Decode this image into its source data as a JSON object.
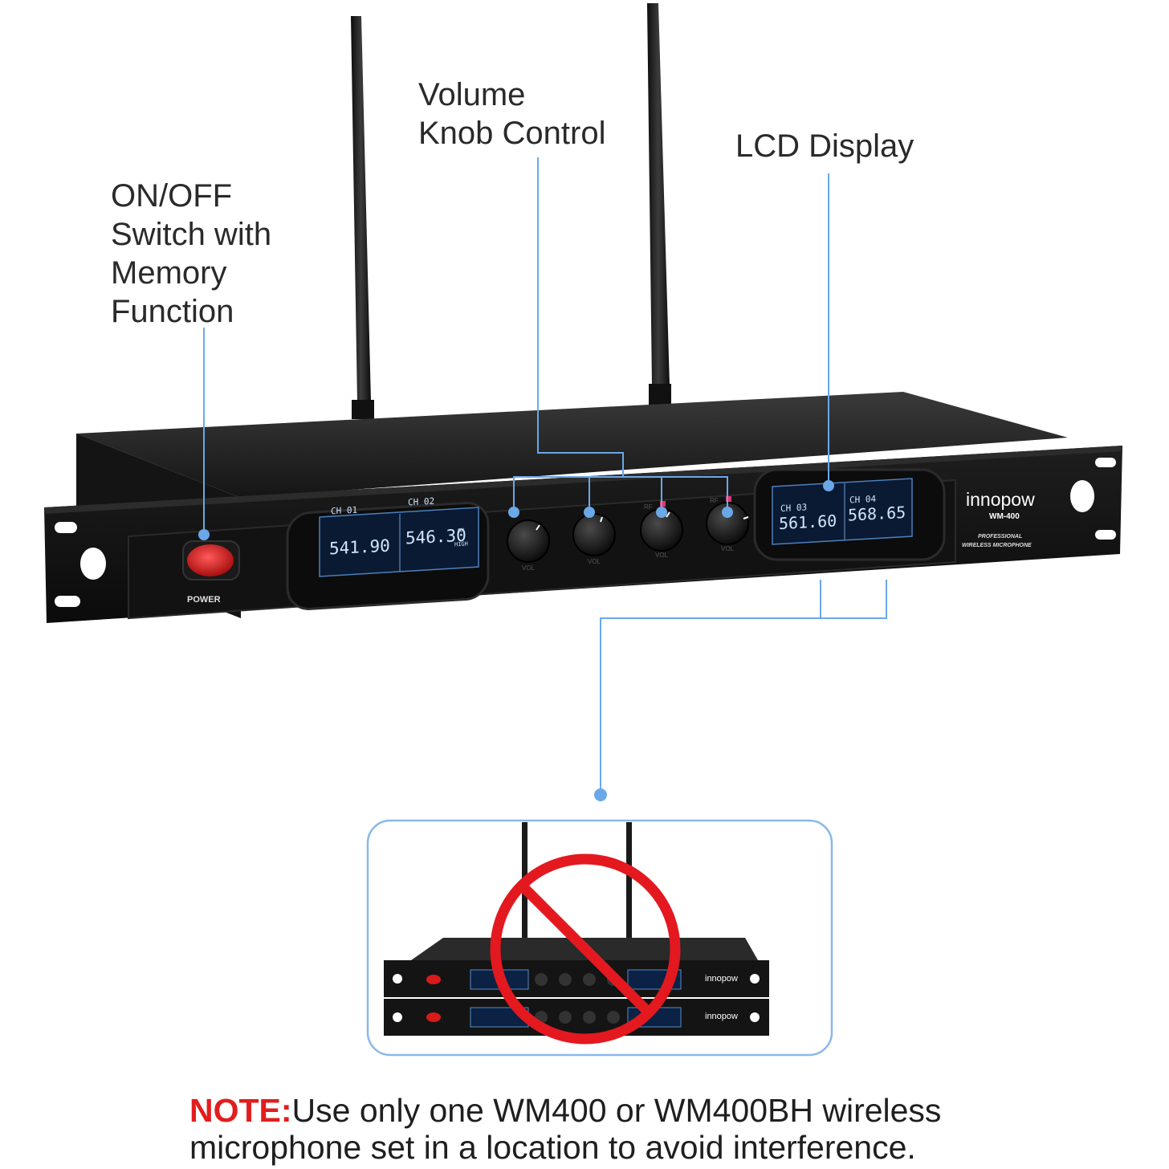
{
  "callouts": {
    "onoff": [
      "ON/OFF",
      "Switch with",
      "Memory",
      "Function"
    ],
    "volume": [
      "Volume",
      "Knob Control"
    ],
    "lcd": "LCD Display"
  },
  "device": {
    "brand": "innopow",
    "model": "WM-400",
    "tagline_1": "PROFESSIONAL",
    "tagline_2": "WIRELESS MICROPHONE",
    "power_label": "POWER",
    "knob_label": "VOL",
    "rf_label": "RF",
    "channels": [
      {
        "ch": "CH 01",
        "freq": "541.90"
      },
      {
        "ch": "CH 02",
        "freq": "546.30"
      },
      {
        "ch": "CH 03",
        "freq": "561.60"
      },
      {
        "ch": "CH 04",
        "freq": "568.65"
      }
    ],
    "lcd_tags": [
      "OK",
      "HIGH"
    ]
  },
  "note": {
    "label": "NOTE:",
    "line1": "Use only one WM400 or WM400BH wireless",
    "line2": "microphone set in a location to avoid interference."
  },
  "colors": {
    "accent_blue": "#6aa8e8",
    "prohibit_red": "#e3191f",
    "note_red": "#e21d1d"
  }
}
